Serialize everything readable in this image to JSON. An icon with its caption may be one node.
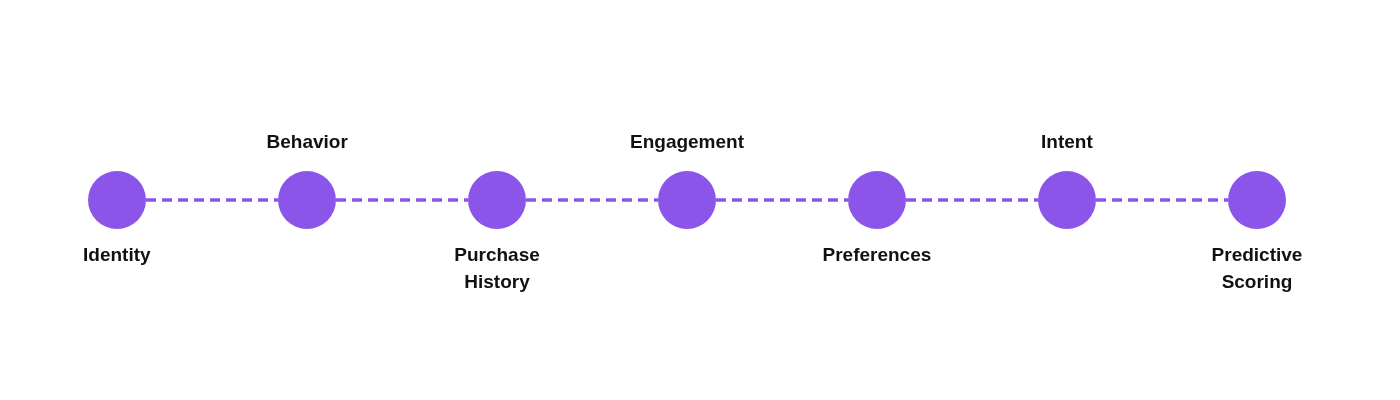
{
  "diagram": {
    "nodes": [
      {
        "text": [],
        "shape": "circle",
        "beside": [
          "Identity"
        ]
      },
      {
        "text": [],
        "shape": "circle",
        "beside": [
          "Behavior"
        ]
      },
      {
        "text": [],
        "shape": "circle",
        "beside": [
          "Purchase History"
        ]
      },
      {
        "text": [],
        "shape": "circle",
        "beside": [
          "Engagement"
        ]
      },
      {
        "text": [],
        "shape": "circle",
        "beside": [
          "Preferences"
        ]
      },
      {
        "text": [],
        "shape": "circle",
        "beside": [
          "Intent"
        ]
      },
      {
        "text": [],
        "shape": "circle",
        "beside": [
          "Predictive Scoring"
        ]
      }
    ],
    "edges": [
      {
        "from": 0,
        "to": 1,
        "arrow": "none",
        "style": "dashed"
      },
      {
        "from": 1,
        "to": 2,
        "arrow": "none",
        "style": "dashed"
      },
      {
        "from": 2,
        "to": 3,
        "arrow": "none",
        "style": "dashed"
      },
      {
        "from": 3,
        "to": 4,
        "arrow": "none",
        "style": "dashed"
      },
      {
        "from": 4,
        "to": 5,
        "arrow": "none",
        "style": "dashed"
      },
      {
        "from": 5,
        "to": 6,
        "arrow": "none",
        "style": "dashed"
      }
    ]
  }
}
